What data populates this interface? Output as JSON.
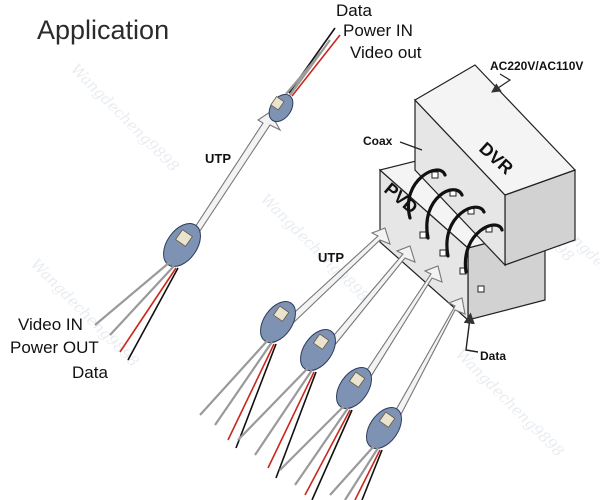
{
  "title": "Application",
  "top_connector_labels": [
    "Data",
    "Power IN",
    "Video out"
  ],
  "left_connector_labels": [
    "Video IN",
    "Power OUT",
    "Data"
  ],
  "utp_label_top": "UTP",
  "utp_label_bottom": "UTP",
  "power_label": "AC220V/AC110V",
  "coax_label": "Coax",
  "dvr_label": "DVR",
  "pvd_label": "PVD",
  "data_label": "Data",
  "watermark_text": "Wangdecheng9898",
  "colors": {
    "balun": "#7e92b4",
    "cable_red": "#c8281e",
    "cable_black": "#111111",
    "cable_grey": "#9a9a9a"
  }
}
